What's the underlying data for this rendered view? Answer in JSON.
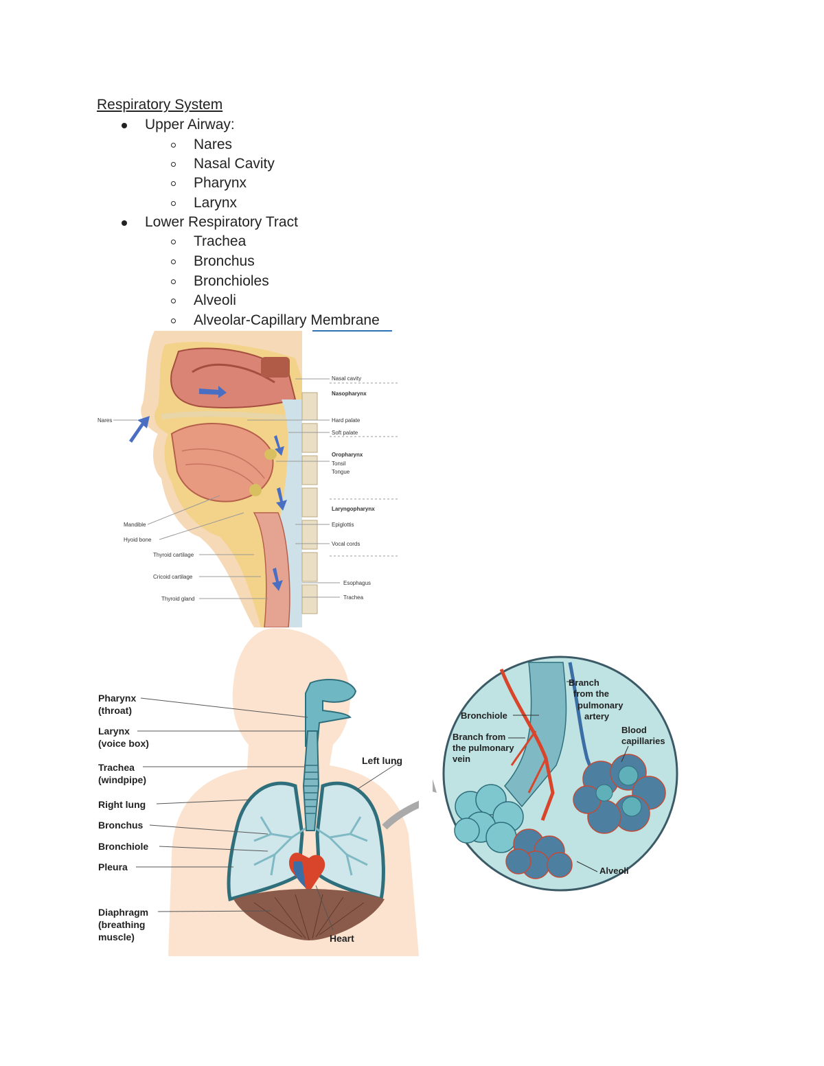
{
  "document": {
    "title": "Respiratory System",
    "sections": [
      {
        "label": "Upper Airway:",
        "items": [
          "Nares",
          "Nasal Cavity",
          "Pharynx",
          "Larynx"
        ]
      },
      {
        "label": "Lower Respiratory Tract",
        "items": [
          "Trachea",
          "Bronchus",
          "Bronchioles",
          "Alveoli",
          "Alveolar-Capillary Membrane"
        ]
      }
    ]
  },
  "upper_airway_figure": {
    "labels": {
      "nasal_cavity": "Nasal cavity",
      "nasopharynx": "Nasopharynx",
      "nares": "Nares",
      "hard_palate": "Hard palate",
      "soft_palate": "Soft palate",
      "oropharynx": "Oropharynx",
      "tonsil": "Tonsil",
      "tongue": "Tongue",
      "laryngopharynx": "Laryngopharynx",
      "mandible": "Mandible",
      "epiglottis": "Epiglottis",
      "hyoid_bone": "Hyoid bone",
      "vocal_cords": "Vocal cords",
      "thyroid_cartilage": "Thyroid cartilage",
      "cricoid_cartilage": "Cricoid cartilage",
      "esophagus": "Esophagus",
      "thyroid_gland": "Thyroid gland",
      "trachea": "Trachea"
    }
  },
  "lung_figure": {
    "labels": {
      "pharynx": [
        "Pharynx",
        "(throat)"
      ],
      "larynx": [
        "Larynx",
        "(voice box)"
      ],
      "trachea": [
        "Trachea",
        "(windpipe)"
      ],
      "right_lung": "Right lung",
      "bronchus": "Bronchus",
      "bronchiole": "Bronchiole",
      "pleura": "Pleura",
      "diaphragm": [
        "Diaphragm",
        "(breathing",
        "muscle)"
      ],
      "left_lung": "Left lung",
      "heart": "Heart"
    }
  },
  "alveoli_figure": {
    "labels": {
      "bronchiole": "Bronchiole",
      "branch_artery": [
        "Branch",
        "from the",
        "pulmonary",
        "artery"
      ],
      "branch_vein": [
        "Branch from",
        "the pulmonary",
        "vein"
      ],
      "blood_capillaries": [
        "Blood",
        "capillaries"
      ],
      "alveoli": "Alveoli"
    }
  },
  "colors": {
    "text": "#222222",
    "suggestion_underline": "#2f6fb5",
    "tissue_pink": "#e8a08a",
    "bone_yellow": "#f3d28a",
    "skin": "#fbe3cf",
    "airway_teal": "#7fb9c4",
    "vein_blue": "#3a6ea5",
    "artery_red": "#d9452b",
    "arrow_blue": "#4a6fc2"
  }
}
